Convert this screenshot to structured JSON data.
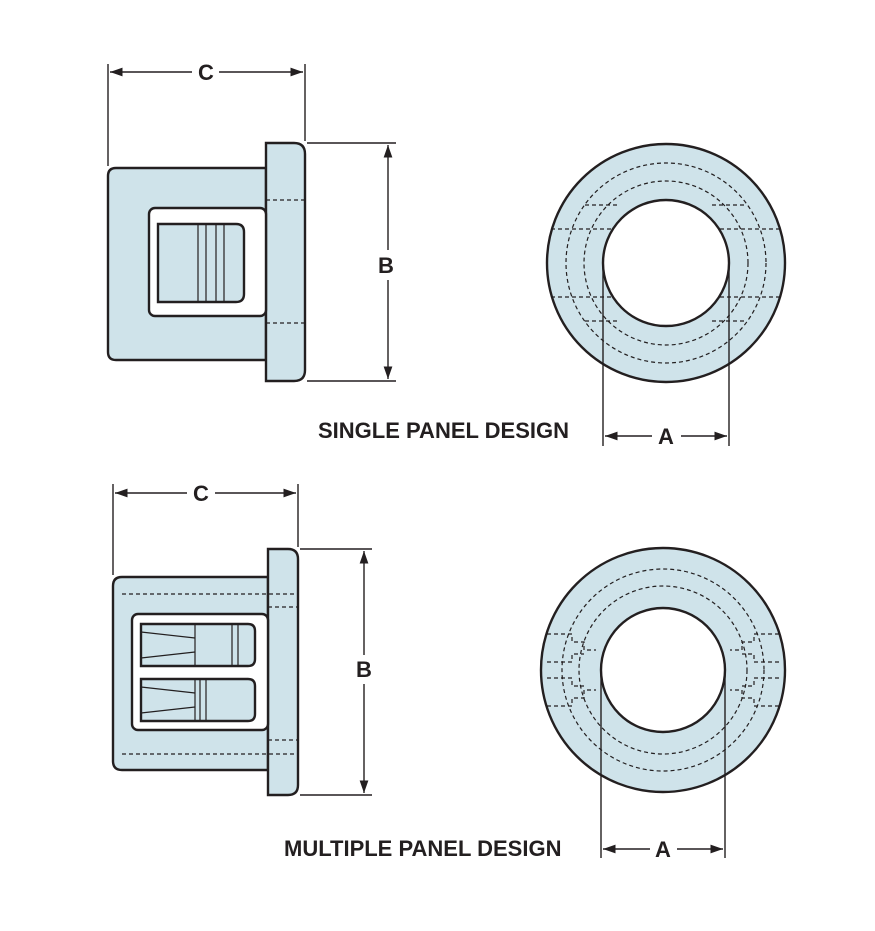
{
  "diagram": {
    "colors": {
      "part_fill": "#cfe3ea",
      "line": "#231f20",
      "background": "#ffffff"
    },
    "single": {
      "caption": "SINGLE PANEL DESIGN",
      "dim_c": "C",
      "dim_b": "B",
      "dim_a": "A"
    },
    "multiple": {
      "caption": "MULTIPLE PANEL DESIGN",
      "dim_c": "C",
      "dim_b": "B",
      "dim_a": "A"
    }
  }
}
